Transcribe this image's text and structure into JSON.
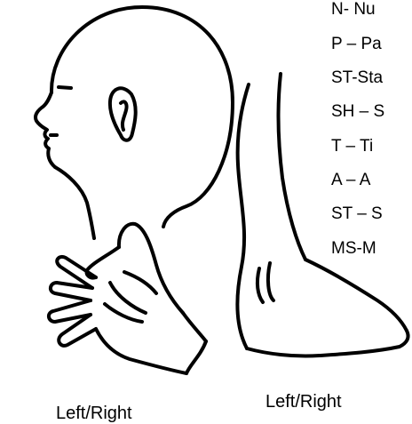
{
  "legend": {
    "items": [
      "N- Nu",
      "P – Pa",
      "ST-Sta",
      "SH – S",
      "T – Ti",
      "A – A",
      "ST – S",
      "MS-M"
    ]
  },
  "captions": {
    "left": "Left/Right",
    "right": "Left/Right"
  }
}
